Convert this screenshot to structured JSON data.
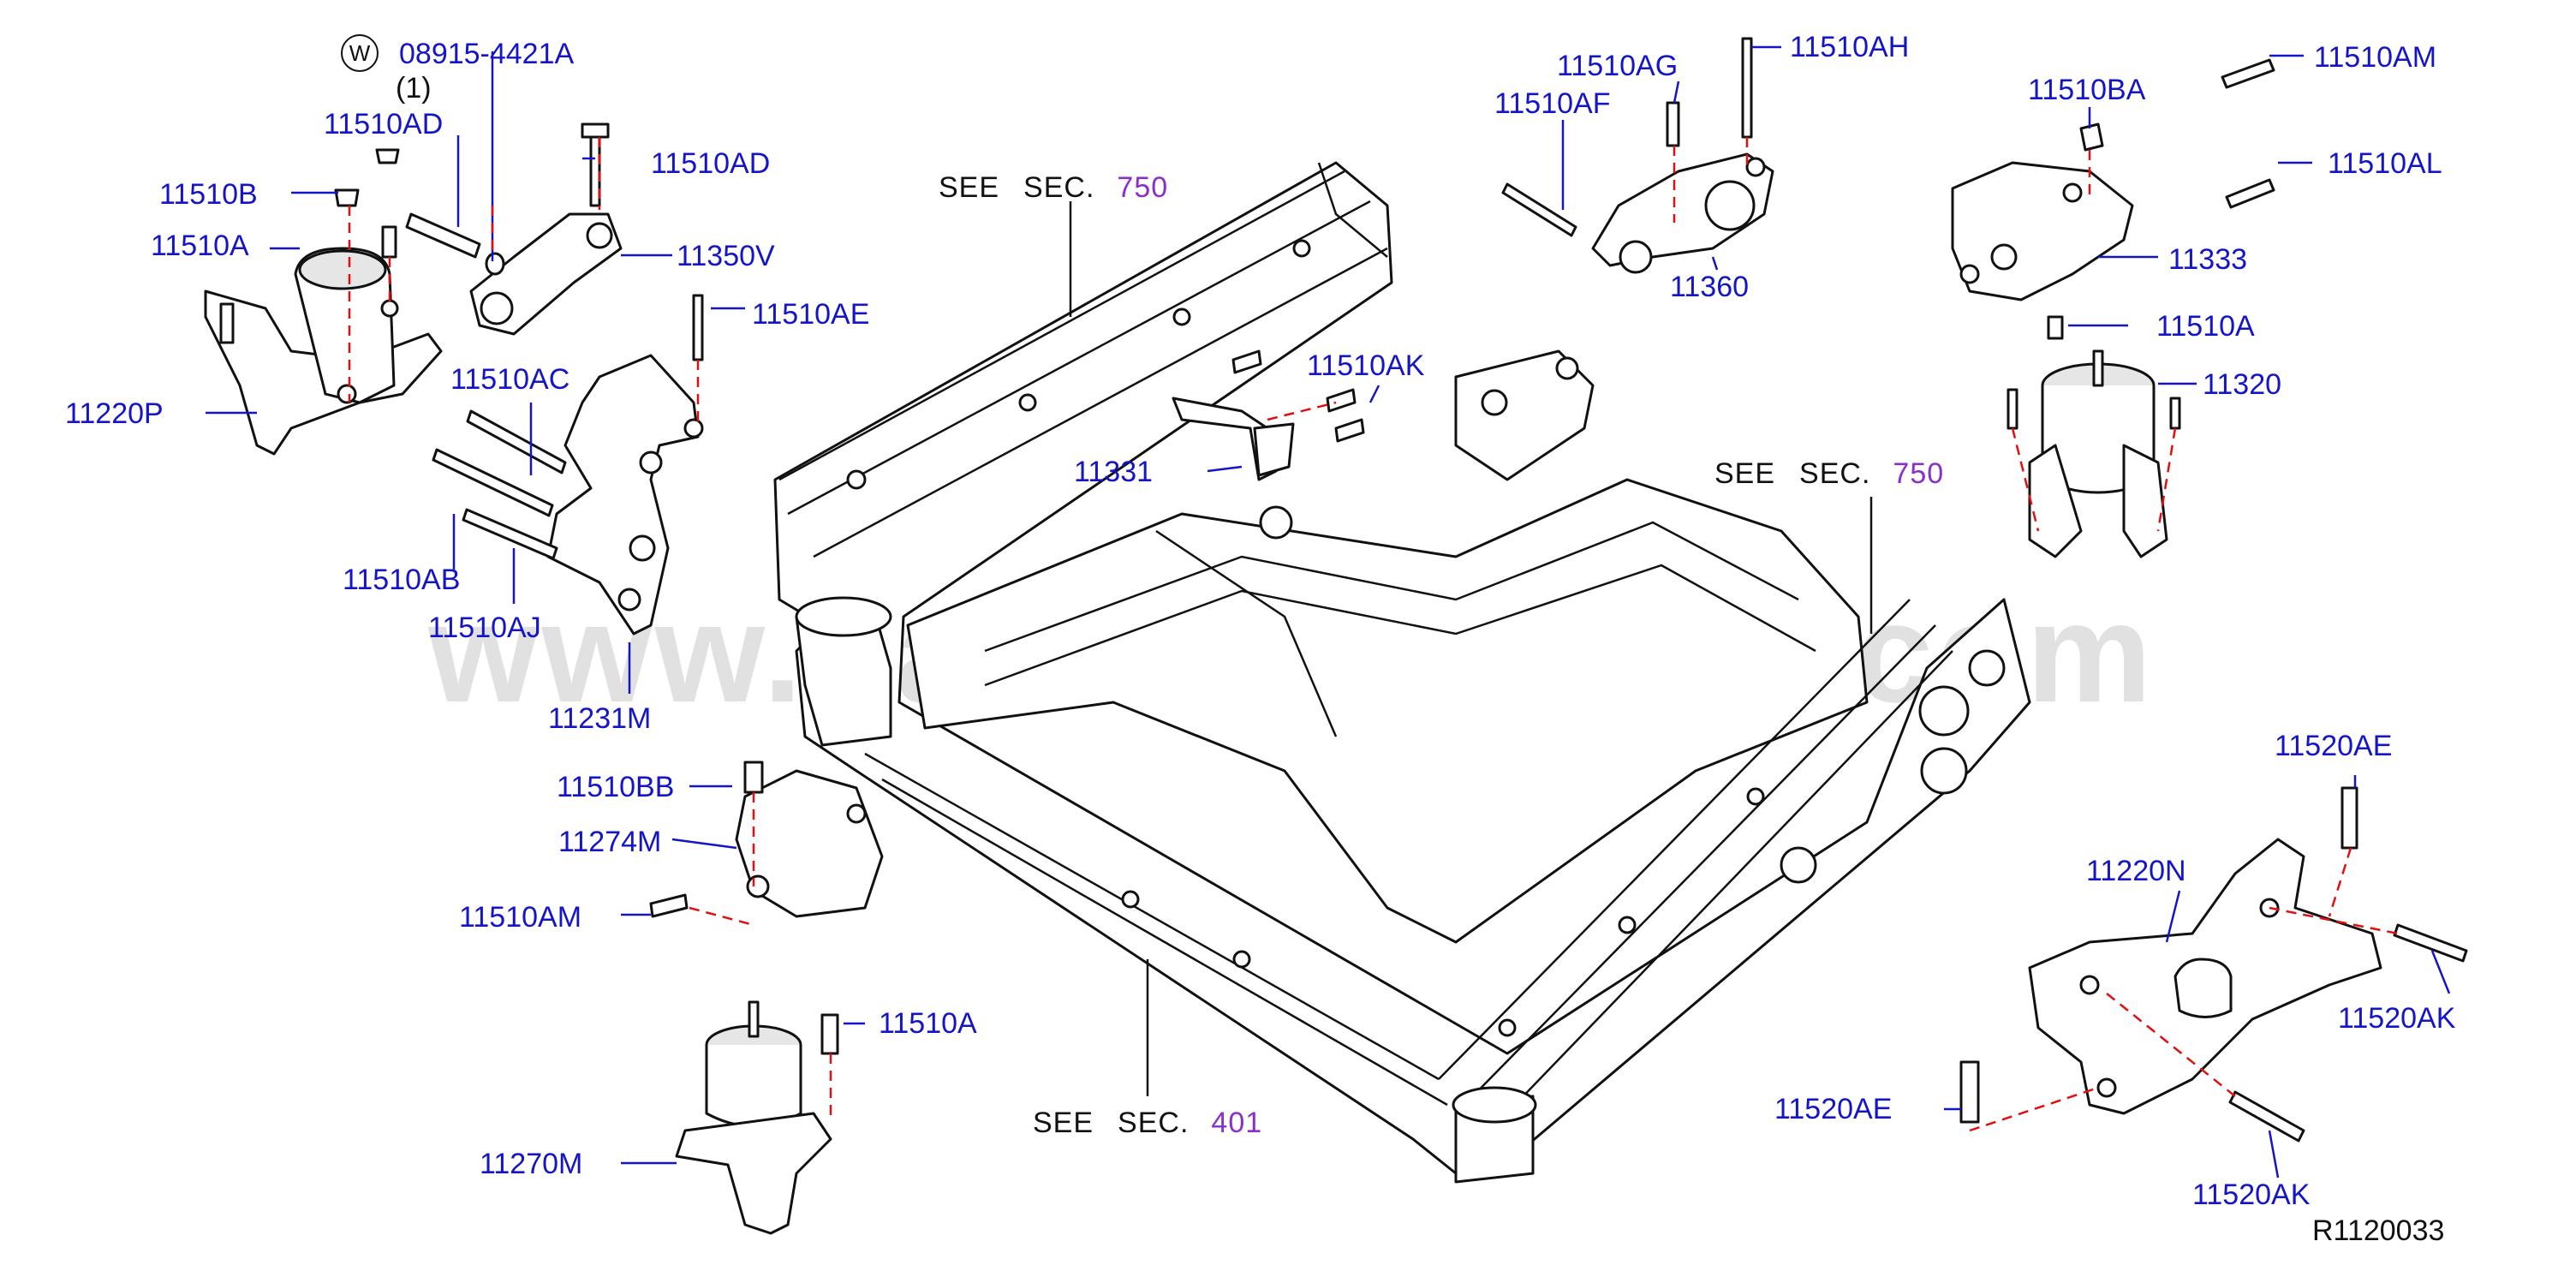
{
  "watermark": "www.partsassistant.com",
  "washer_symbol": "W",
  "diagram_ref": "R1120033",
  "sections": [
    {
      "id": "sec750_left",
      "see": "SEE",
      "sec": "SEC.",
      "num": "750"
    },
    {
      "id": "sec750_right",
      "see": "SEE",
      "sec": "SEC.",
      "num": "750"
    },
    {
      "id": "sec401",
      "see": "SEE",
      "sec": "SEC.",
      "num": "401"
    }
  ],
  "part_labels": {
    "p08915": "08915-4421A",
    "qty1": "(1)",
    "p11510AD_a": "11510AD",
    "p11510AD_b": "11510AD",
    "p11510B": "11510B",
    "p11510A_a": "11510A",
    "p11350V": "11350V",
    "p11510AE": "11510AE",
    "p11220P": "11220P",
    "p11510AC": "11510AC",
    "p11510AB": "11510AB",
    "p11510AJ": "11510AJ",
    "p11231M": "11231M",
    "p11510BB": "11510BB",
    "p11274M": "11274M",
    "p11510AM_a": "11510AM",
    "p11510A_b": "11510A",
    "p11270M": "11270M",
    "p11510AG": "11510AG",
    "p11510AH": "11510AH",
    "p11510AF": "11510AF",
    "p11360": "11360",
    "p11510AK": "11510AK",
    "p11331": "11331",
    "p11510BA": "11510BA",
    "p11510AM_b": "11510AM",
    "p11510AL": "11510AL",
    "p11333": "11333",
    "p11510A_c": "11510A",
    "p11320": "11320",
    "p11520AE_a": "11520AE",
    "p11220N": "11220N",
    "p11520AK_a": "11520AK",
    "p11520AE_b": "11520AE",
    "p11520AK_b": "11520AK"
  },
  "colors": {
    "label_blue": "#1414c8",
    "section_purple": "#8a2fc8",
    "dashed_red": "#e01010",
    "outline": "#111111"
  }
}
